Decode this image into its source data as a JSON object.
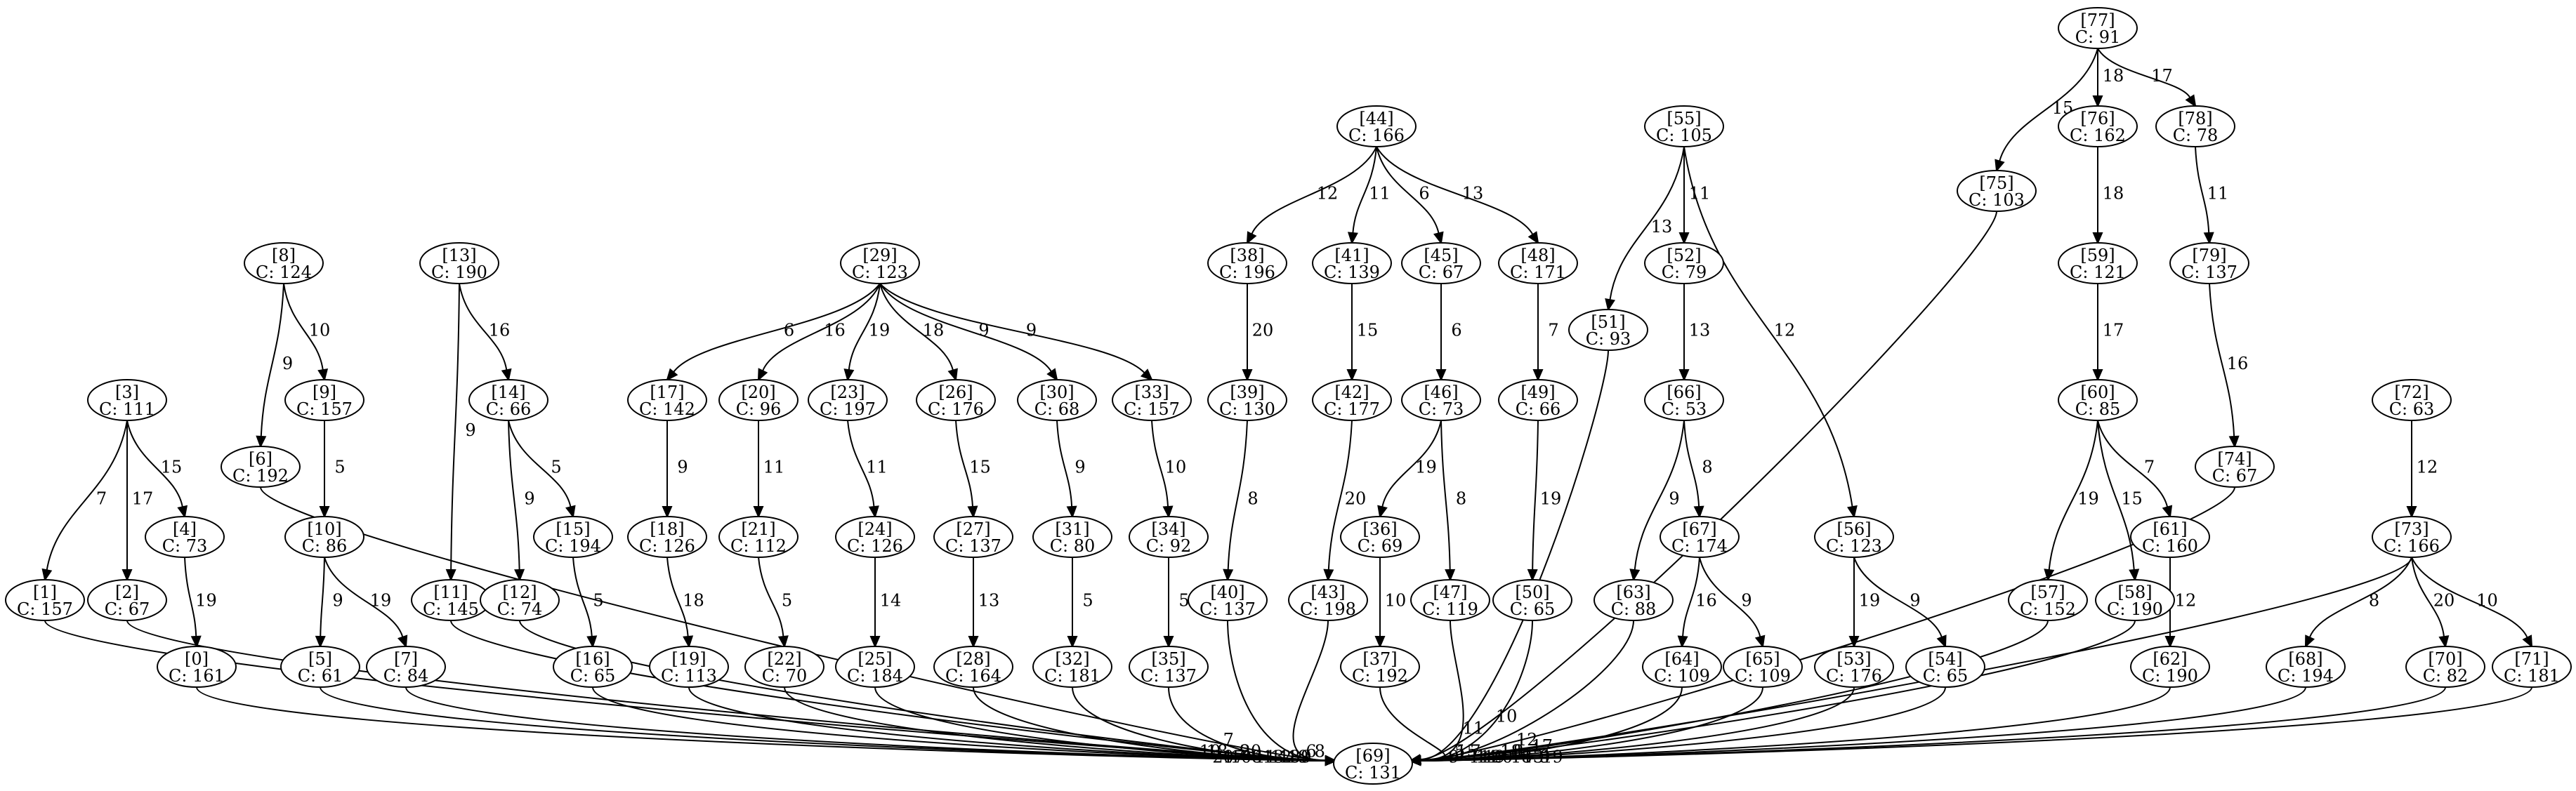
{
  "nodes": [
    {
      "id": "77",
      "label": "[77]",
      "cost": "C: 91"
    },
    {
      "id": "75",
      "label": "[75]",
      "cost": "C: 103"
    },
    {
      "id": "76",
      "label": "[76]",
      "cost": "C: 162"
    },
    {
      "id": "78",
      "label": "[78]",
      "cost": "C: 78"
    },
    {
      "id": "44",
      "label": "[44]",
      "cost": "C: 166"
    },
    {
      "id": "55",
      "label": "[55]",
      "cost": "C: 105"
    },
    {
      "id": "8",
      "label": "[8]",
      "cost": "C: 124"
    },
    {
      "id": "13",
      "label": "[13]",
      "cost": "C: 190"
    },
    {
      "id": "29",
      "label": "[29]",
      "cost": "C: 123"
    },
    {
      "id": "38",
      "label": "[38]",
      "cost": "C: 196"
    },
    {
      "id": "41",
      "label": "[41]",
      "cost": "C: 139"
    },
    {
      "id": "45",
      "label": "[45]",
      "cost": "C: 67"
    },
    {
      "id": "48",
      "label": "[48]",
      "cost": "C: 171"
    },
    {
      "id": "51",
      "label": "[51]",
      "cost": "C: 93"
    },
    {
      "id": "52",
      "label": "[52]",
      "cost": "C: 79"
    },
    {
      "id": "59",
      "label": "[59]",
      "cost": "C: 121"
    },
    {
      "id": "79",
      "label": "[79]",
      "cost": "C: 137"
    },
    {
      "id": "3",
      "label": "[3]",
      "cost": "C: 111"
    },
    {
      "id": "6",
      "label": "[6]",
      "cost": "C: 192"
    },
    {
      "id": "9",
      "label": "[9]",
      "cost": "C: 157"
    },
    {
      "id": "14",
      "label": "[14]",
      "cost": "C: 66"
    },
    {
      "id": "17",
      "label": "[17]",
      "cost": "C: 142"
    },
    {
      "id": "20",
      "label": "[20]",
      "cost": "C: 96"
    },
    {
      "id": "23",
      "label": "[23]",
      "cost": "C: 197"
    },
    {
      "id": "26",
      "label": "[26]",
      "cost": "C: 176"
    },
    {
      "id": "30",
      "label": "[30]",
      "cost": "C: 68"
    },
    {
      "id": "33",
      "label": "[33]",
      "cost": "C: 157"
    },
    {
      "id": "39",
      "label": "[39]",
      "cost": "C: 130"
    },
    {
      "id": "42",
      "label": "[42]",
      "cost": "C: 177"
    },
    {
      "id": "46",
      "label": "[46]",
      "cost": "C: 73"
    },
    {
      "id": "49",
      "label": "[49]",
      "cost": "C: 66"
    },
    {
      "id": "66",
      "label": "[66]",
      "cost": "C: 53"
    },
    {
      "id": "60",
      "label": "[60]",
      "cost": "C: 85"
    },
    {
      "id": "72",
      "label": "[72]",
      "cost": "C: 63"
    },
    {
      "id": "74",
      "label": "[74]",
      "cost": "C: 67"
    },
    {
      "id": "4",
      "label": "[4]",
      "cost": "C: 73"
    },
    {
      "id": "10",
      "label": "[10]",
      "cost": "C: 86"
    },
    {
      "id": "15",
      "label": "[15]",
      "cost": "C: 194"
    },
    {
      "id": "18",
      "label": "[18]",
      "cost": "C: 126"
    },
    {
      "id": "21",
      "label": "[21]",
      "cost": "C: 112"
    },
    {
      "id": "24",
      "label": "[24]",
      "cost": "C: 126"
    },
    {
      "id": "27",
      "label": "[27]",
      "cost": "C: 137"
    },
    {
      "id": "31",
      "label": "[31]",
      "cost": "C: 80"
    },
    {
      "id": "34",
      "label": "[34]",
      "cost": "C: 92"
    },
    {
      "id": "36",
      "label": "[36]",
      "cost": "C: 69"
    },
    {
      "id": "67",
      "label": "[67]",
      "cost": "C: 174"
    },
    {
      "id": "56",
      "label": "[56]",
      "cost": "C: 123"
    },
    {
      "id": "61",
      "label": "[61]",
      "cost": "C: 160"
    },
    {
      "id": "73",
      "label": "[73]",
      "cost": "C: 166"
    },
    {
      "id": "1",
      "label": "[1]",
      "cost": "C: 157"
    },
    {
      "id": "2",
      "label": "[2]",
      "cost": "C: 67"
    },
    {
      "id": "11",
      "label": "[11]",
      "cost": "C: 145"
    },
    {
      "id": "12",
      "label": "[12]",
      "cost": "C: 74"
    },
    {
      "id": "40",
      "label": "[40]",
      "cost": "C: 137"
    },
    {
      "id": "43",
      "label": "[43]",
      "cost": "C: 198"
    },
    {
      "id": "47",
      "label": "[47]",
      "cost": "C: 119"
    },
    {
      "id": "50",
      "label": "[50]",
      "cost": "C: 65"
    },
    {
      "id": "63",
      "label": "[63]",
      "cost": "C: 88"
    },
    {
      "id": "57",
      "label": "[57]",
      "cost": "C: 152"
    },
    {
      "id": "58",
      "label": "[58]",
      "cost": "C: 190"
    },
    {
      "id": "0",
      "label": "[0]",
      "cost": "C: 161"
    },
    {
      "id": "5",
      "label": "[5]",
      "cost": "C: 61"
    },
    {
      "id": "7",
      "label": "[7]",
      "cost": "C: 84"
    },
    {
      "id": "16",
      "label": "[16]",
      "cost": "C: 65"
    },
    {
      "id": "19",
      "label": "[19]",
      "cost": "C: 113"
    },
    {
      "id": "22",
      "label": "[22]",
      "cost": "C: 70"
    },
    {
      "id": "25",
      "label": "[25]",
      "cost": "C: 184"
    },
    {
      "id": "28",
      "label": "[28]",
      "cost": "C: 164"
    },
    {
      "id": "32",
      "label": "[32]",
      "cost": "C: 181"
    },
    {
      "id": "35",
      "label": "[35]",
      "cost": "C: 137"
    },
    {
      "id": "37",
      "label": "[37]",
      "cost": "C: 192"
    },
    {
      "id": "64",
      "label": "[64]",
      "cost": "C: 109"
    },
    {
      "id": "65",
      "label": "[65]",
      "cost": "C: 109"
    },
    {
      "id": "53",
      "label": "[53]",
      "cost": "C: 176"
    },
    {
      "id": "54",
      "label": "[54]",
      "cost": "C: 65"
    },
    {
      "id": "62",
      "label": "[62]",
      "cost": "C: 190"
    },
    {
      "id": "68",
      "label": "[68]",
      "cost": "C: 194"
    },
    {
      "id": "70",
      "label": "[70]",
      "cost": "C: 82"
    },
    {
      "id": "71",
      "label": "[71]",
      "cost": "C: 181"
    },
    {
      "id": "69",
      "label": "[69]",
      "cost": "C: 131"
    }
  ],
  "edges": [
    {
      "from": "77",
      "to": "75",
      "weight": "15"
    },
    {
      "from": "77",
      "to": "76",
      "weight": "18"
    },
    {
      "from": "77",
      "to": "78",
      "weight": "17"
    },
    {
      "from": "76",
      "to": "59",
      "weight": "18"
    },
    {
      "from": "78",
      "to": "79",
      "weight": "11"
    },
    {
      "from": "59",
      "to": "60",
      "weight": "17"
    },
    {
      "from": "79",
      "to": "74",
      "weight": "16"
    },
    {
      "from": "60",
      "to": "57",
      "weight": "19"
    },
    {
      "from": "60",
      "to": "58",
      "weight": "15"
    },
    {
      "from": "60",
      "to": "61",
      "weight": "7"
    },
    {
      "from": "61",
      "to": "62",
      "weight": "12"
    },
    {
      "from": "72",
      "to": "73",
      "weight": "12"
    },
    {
      "from": "73",
      "to": "68",
      "weight": "8"
    },
    {
      "from": "73",
      "to": "70",
      "weight": "20"
    },
    {
      "from": "73",
      "to": "71",
      "weight": "10"
    },
    {
      "from": "44",
      "to": "38",
      "weight": "12"
    },
    {
      "from": "44",
      "to": "41",
      "weight": "11"
    },
    {
      "from": "44",
      "to": "45",
      "weight": "6"
    },
    {
      "from": "44",
      "to": "48",
      "weight": "13"
    },
    {
      "from": "38",
      "to": "39",
      "weight": "20"
    },
    {
      "from": "41",
      "to": "42",
      "weight": "15"
    },
    {
      "from": "45",
      "to": "46",
      "weight": "6"
    },
    {
      "from": "48",
      "to": "49",
      "weight": "7"
    },
    {
      "from": "39",
      "to": "40",
      "weight": "8"
    },
    {
      "from": "42",
      "to": "43",
      "weight": "20"
    },
    {
      "from": "46",
      "to": "36",
      "weight": "19"
    },
    {
      "from": "46",
      "to": "47",
      "weight": "8"
    },
    {
      "from": "49",
      "to": "50",
      "weight": "19"
    },
    {
      "from": "36",
      "to": "37",
      "weight": "10"
    },
    {
      "from": "55",
      "to": "51",
      "weight": "13"
    },
    {
      "from": "55",
      "to": "52",
      "weight": "11"
    },
    {
      "from": "55",
      "to": "56",
      "weight": "12"
    },
    {
      "from": "52",
      "to": "66",
      "weight": "13"
    },
    {
      "from": "66",
      "to": "63",
      "weight": "9"
    },
    {
      "from": "66",
      "to": "67",
      "weight": "8"
    },
    {
      "from": "67",
      "to": "64",
      "weight": "16"
    },
    {
      "from": "67",
      "to": "65",
      "weight": "9"
    },
    {
      "from": "56",
      "to": "53",
      "weight": "19"
    },
    {
      "from": "56",
      "to": "54",
      "weight": "9"
    },
    {
      "from": "8",
      "to": "6",
      "weight": "9"
    },
    {
      "from": "8",
      "to": "9",
      "weight": "10"
    },
    {
      "from": "9",
      "to": "10",
      "weight": "5"
    },
    {
      "from": "10",
      "to": "5",
      "weight": "9"
    },
    {
      "from": "10",
      "to": "7",
      "weight": "19"
    },
    {
      "from": "3",
      "to": "1",
      "weight": "7"
    },
    {
      "from": "3",
      "to": "2",
      "weight": "17"
    },
    {
      "from": "3",
      "to": "4",
      "weight": "15"
    },
    {
      "from": "4",
      "to": "0",
      "weight": "19"
    },
    {
      "from": "13",
      "to": "11",
      "weight": "9"
    },
    {
      "from": "13",
      "to": "14",
      "weight": "16"
    },
    {
      "from": "14",
      "to": "12",
      "weight": "9"
    },
    {
      "from": "14",
      "to": "15",
      "weight": "5"
    },
    {
      "from": "15",
      "to": "16",
      "weight": "5"
    },
    {
      "from": "29",
      "to": "17",
      "weight": "6"
    },
    {
      "from": "29",
      "to": "20",
      "weight": "16"
    },
    {
      "from": "29",
      "to": "23",
      "weight": "19"
    },
    {
      "from": "29",
      "to": "26",
      "weight": "18"
    },
    {
      "from": "29",
      "to": "30",
      "weight": "9"
    },
    {
      "from": "29",
      "to": "33",
      "weight": "9"
    },
    {
      "from": "17",
      "to": "18",
      "weight": "9"
    },
    {
      "from": "20",
      "to": "21",
      "weight": "11"
    },
    {
      "from": "23",
      "to": "24",
      "weight": "11"
    },
    {
      "from": "26",
      "to": "27",
      "weight": "15"
    },
    {
      "from": "30",
      "to": "31",
      "weight": "9"
    },
    {
      "from": "33",
      "to": "34",
      "weight": "10"
    },
    {
      "from": "18",
      "to": "19",
      "weight": "18"
    },
    {
      "from": "21",
      "to": "22",
      "weight": "5"
    },
    {
      "from": "24",
      "to": "25",
      "weight": "14"
    },
    {
      "from": "27",
      "to": "28",
      "weight": "13"
    },
    {
      "from": "31",
      "to": "32",
      "weight": "5"
    },
    {
      "from": "34",
      "to": "35",
      "weight": "5"
    },
    {
      "from": "1",
      "to": "69",
      "weight": "10"
    },
    {
      "from": "2",
      "to": "69",
      "weight": "18"
    },
    {
      "from": "0",
      "to": "69",
      "weight": "20"
    },
    {
      "from": "6",
      "to": "69",
      "weight": "7"
    },
    {
      "from": "5",
      "to": "69",
      "weight": "17"
    },
    {
      "from": "7",
      "to": "69",
      "weight": "10"
    },
    {
      "from": "11",
      "to": "69",
      "weight": "9"
    },
    {
      "from": "12",
      "to": "69",
      "weight": "20"
    },
    {
      "from": "16",
      "to": "69",
      "weight": "8"
    },
    {
      "from": "19",
      "to": "69",
      "weight": "11"
    },
    {
      "from": "22",
      "to": "69",
      "weight": "13"
    },
    {
      "from": "25",
      "to": "69",
      "weight": "12"
    },
    {
      "from": "28",
      "to": "69",
      "weight": "18"
    },
    {
      "from": "32",
      "to": "69",
      "weight": "19"
    },
    {
      "from": "35",
      "to": "69",
      "weight": "9"
    },
    {
      "from": "40",
      "to": "69",
      "weight": "6"
    },
    {
      "from": "43",
      "to": "69",
      "weight": "8"
    },
    {
      "from": "37",
      "to": "69",
      "weight": "9"
    },
    {
      "from": "47",
      "to": "69",
      "weight": "5"
    },
    {
      "from": "50",
      "to": "69",
      "weight": "15"
    },
    {
      "from": "51",
      "to": "69",
      "weight": "11"
    },
    {
      "from": "63",
      "to": "69",
      "weight": "7"
    },
    {
      "from": "64",
      "to": "69",
      "weight": "11"
    },
    {
      "from": "65",
      "to": "69",
      "weight": "14"
    },
    {
      "from": "53",
      "to": "69",
      "weight": "19"
    },
    {
      "from": "54",
      "to": "69",
      "weight": "20"
    },
    {
      "from": "75",
      "to": "69",
      "weight": "10"
    },
    {
      "from": "57",
      "to": "69",
      "weight": "18"
    },
    {
      "from": "58",
      "to": "69",
      "weight": "8"
    },
    {
      "from": "62",
      "to": "69",
      "weight": "18"
    },
    {
      "from": "74",
      "to": "69",
      "weight": "12"
    },
    {
      "from": "68",
      "to": "69",
      "weight": "13"
    },
    {
      "from": "73",
      "to": "69",
      "weight": "17"
    },
    {
      "from": "70",
      "to": "69",
      "weight": "9"
    },
    {
      "from": "71",
      "to": "69",
      "weight": "19"
    }
  ]
}
